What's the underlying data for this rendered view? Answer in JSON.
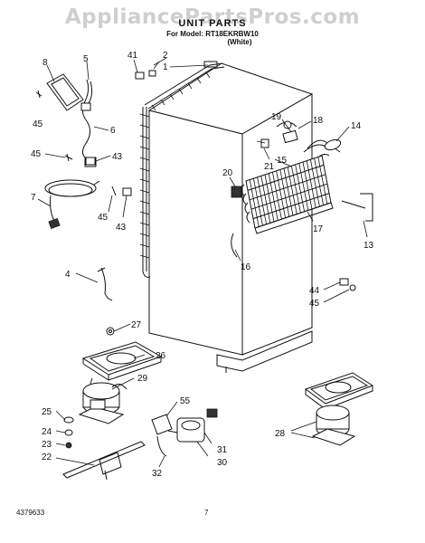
{
  "watermark": "AppliancePartsPros.com",
  "header": {
    "title": "UNIT PARTS",
    "model_line": "For Model: RT18EKRBW10",
    "color_line": "(White)"
  },
  "footer": {
    "doc_number": "4379633",
    "page_number": "7"
  },
  "callouts": {
    "c1": "1",
    "c2": "2",
    "c4": "4",
    "c5": "5",
    "c6": "6",
    "c7": "7",
    "c8": "8",
    "c13": "13",
    "c14": "14",
    "c15": "15",
    "c16": "16",
    "c17": "17",
    "c18": "18",
    "c19": "19",
    "c20": "20",
    "c21": "21",
    "c22": "22",
    "c23": "23",
    "c24": "24",
    "c25": "25",
    "c26": "26",
    "c27": "27",
    "c28": "28",
    "c29": "29",
    "c30": "30",
    "c31": "31",
    "c32": "32",
    "c41": "41",
    "c43a": "43",
    "c43b": "43",
    "c44": "44",
    "c45a": "45",
    "c45b": "45",
    "c45c": "45",
    "c45d": "45",
    "c55": "55"
  }
}
